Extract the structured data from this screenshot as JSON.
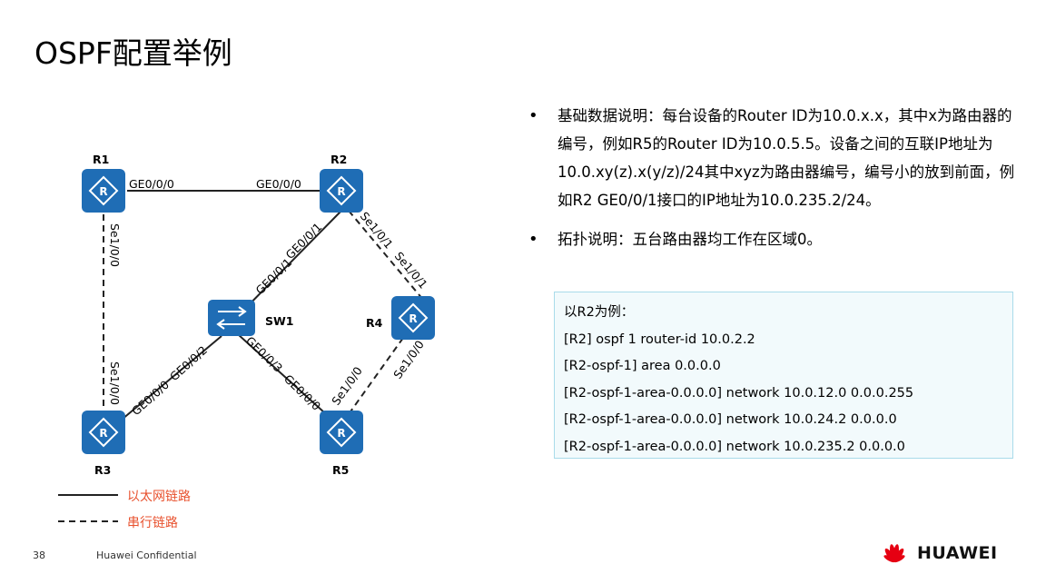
{
  "page": {
    "title": "OSPF配置举例"
  },
  "diagram": {
    "routers": [
      {
        "id": "R1",
        "label": "R1"
      },
      {
        "id": "R2",
        "label": "R2"
      },
      {
        "id": "R3",
        "label": "R3"
      },
      {
        "id": "R4",
        "label": "R4"
      },
      {
        "id": "R5",
        "label": "R5"
      }
    ],
    "switch": {
      "id": "SW1",
      "label": "SW1"
    },
    "links": [
      {
        "from": "R1",
        "to": "R2",
        "type": "ethernet",
        "labels": [
          "GE0/0/0",
          "GE0/0/0"
        ]
      },
      {
        "from": "R1",
        "to": "R3",
        "type": "serial",
        "labels": [
          "Se1/0/0",
          "Se1/0/0"
        ]
      },
      {
        "from": "R2",
        "to": "SW1",
        "type": "ethernet",
        "labels": [
          "GE0/0/1",
          "GE0/0/1"
        ]
      },
      {
        "from": "R2",
        "to": "R4",
        "type": "serial",
        "labels": [
          "Se1/0/1",
          "Se1/0/1"
        ]
      },
      {
        "from": "R3",
        "to": "SW1",
        "type": "ethernet",
        "labels": [
          "GE0/0/0",
          "GE0/0/2"
        ]
      },
      {
        "from": "SW1",
        "to": "R5",
        "type": "ethernet",
        "labels": [
          "GE0/0/3",
          "GE0/0/0"
        ]
      },
      {
        "from": "R4",
        "to": "R5",
        "type": "serial",
        "labels": [
          "Se1/0/0",
          "Se1/0/0"
        ]
      }
    ],
    "legend": [
      {
        "style": "solid",
        "label": "以太网链路"
      },
      {
        "style": "dashed",
        "label": "串行链路"
      }
    ]
  },
  "bullets": [
    {
      "text": "基础数据说明：每台设备的Router ID为10.0.x.x，其中x为路由器的编号，例如R5的Router ID为10.0.5.5。设备之间的互联IP地址为10.0.xy(z).x(y/z)/24其中xyz为路由器编号，编号小的放到前面，例如R2 GE0/0/1接口的IP地址为10.0.235.2/24。"
    },
    {
      "text": "拓扑说明：五台路由器均工作在区域0。"
    }
  ],
  "code_box": {
    "lines": [
      "以R2为例：",
      "[R2] ospf 1 router-id 10.0.2.2",
      "[R2-ospf-1] area 0.0.0.0",
      "[R2-ospf-1-area-0.0.0.0] network 10.0.12.0 0.0.0.255",
      "[R2-ospf-1-area-0.0.0.0] network 10.0.24.2 0.0.0.0",
      "[R2-ospf-1-area-0.0.0.0] network 10.0.235.2 0.0.0.0"
    ]
  },
  "footer": {
    "page_number": "38",
    "confidential": "Huawei Confidential",
    "brand": "HUAWEI"
  },
  "colors": {
    "device_blue": "#1f6db5",
    "legend_red": "#e8522f",
    "code_bg": "#f2fafc",
    "code_border": "#a9dbea",
    "logo_red": "#e60012"
  }
}
